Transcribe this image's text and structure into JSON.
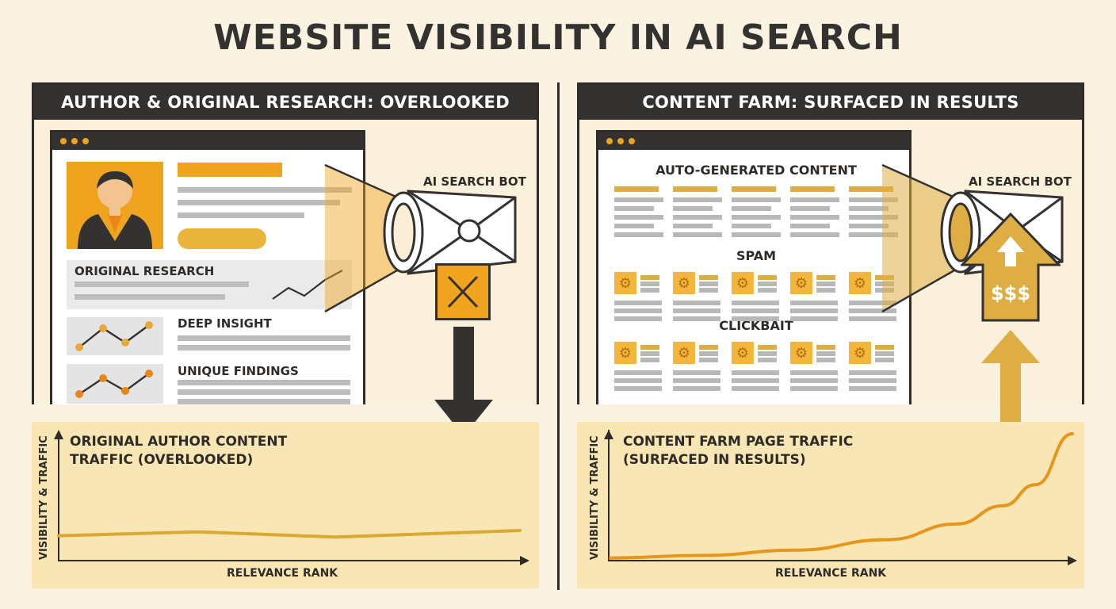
{
  "title": "WEBSITE VISIBILITY IN AI SEARCH",
  "colors": {
    "dark": "#343230",
    "orange": "#f0a31f",
    "gold": "#deae45",
    "cream": "#fbf3e2",
    "chart_bg": "#f8e6b4",
    "line_left": "#d9a933",
    "line_right": "#e8951c"
  },
  "left": {
    "header": "AUTHOR & ORIGINAL RESEARCH: OVERLOOKED",
    "bot_label": "AI SEARCH BOT",
    "sections": [
      "ORIGINAL RESEARCH",
      "DEEP INSIGHT",
      "UNIQUE FINDINGS"
    ],
    "icons": {
      "avatar": "author-avatar-icon",
      "camera": "search-bot-camera-icon",
      "block": "blocked-x-icon",
      "arrow": "down-arrow-icon"
    },
    "chart_title": [
      "ORIGINAL AUTHOR CONTENT",
      "TRAFFIC (OVERLOOKED)"
    ],
    "ylabel": "VISIBILITY & TRAFFIC",
    "xlabel": "RELEVANCE RANK"
  },
  "right": {
    "header": "CONTENT FARM: SURFACED IN RESULTS",
    "bot_label": "AI SEARCH BOT",
    "sections": [
      "AUTO-GENERATED CONTENT",
      "SPAM",
      "CLICKBAIT"
    ],
    "money": "$$$",
    "icons": {
      "camera": "search-bot-camera-icon",
      "gear": "gear-icon",
      "up": "up-arrow-icon"
    },
    "chart_title": [
      "CONTENT FARM PAGE TRAFFIC",
      "(SURFACED IN RESULTS)"
    ],
    "ylabel": "VISIBILITY & TRAFFIC",
    "xlabel": "RELEVANCE RANK"
  },
  "chart_data": [
    {
      "type": "line",
      "title": "ORIGINAL AUTHOR CONTENT TRAFFIC (OVERLOOKED)",
      "xlabel": "RELEVANCE RANK",
      "ylabel": "VISIBILITY & TRAFFIC",
      "x": [
        0,
        0.3,
        0.6,
        1.0
      ],
      "y": [
        0.19,
        0.22,
        0.18,
        0.23
      ],
      "ylim": [
        0,
        1
      ],
      "xlim": [
        0,
        1
      ],
      "grid": false
    },
    {
      "type": "line",
      "title": "CONTENT FARM PAGE TRAFFIC (SURFACED IN RESULTS)",
      "xlabel": "RELEVANCE RANK",
      "ylabel": "VISIBILITY & TRAFFIC",
      "x": [
        0,
        0.2,
        0.4,
        0.6,
        0.75,
        0.85,
        0.92,
        1.0
      ],
      "y": [
        0.02,
        0.04,
        0.08,
        0.16,
        0.28,
        0.42,
        0.58,
        0.97
      ],
      "ylim": [
        0,
        1
      ],
      "xlim": [
        0,
        1
      ],
      "grid": false
    }
  ]
}
